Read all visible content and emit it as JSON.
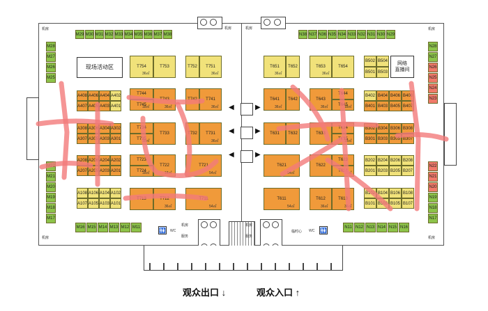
{
  "colors": {
    "green": "#8dc34a",
    "yellow": "#f1e27a",
    "orange": "#f09a3a",
    "red": "#f07a6a"
  },
  "corners": {
    "tl": "机房",
    "tr": "机房",
    "bl": "机房",
    "br": "机房"
  },
  "top_machine": [
    "机房",
    "机房"
  ],
  "activity_area": "现场活动区",
  "live_room": [
    "网络",
    "直播间"
  ],
  "top_left_row": [
    "M29",
    "M30",
    "M31",
    "M32",
    "M33",
    "M34",
    "M35",
    "M36",
    "M37",
    "M38"
  ],
  "top_right_row": [
    "N38",
    "N37",
    "N36",
    "N35",
    "N34",
    "N33",
    "N32",
    "N31",
    "N30",
    "N29"
  ],
  "left_col_top": [
    "M28",
    "M27",
    "M26",
    "M25"
  ],
  "left_col_bottom": [
    "M22",
    "M21",
    "M20",
    "M19",
    "M18",
    "M17"
  ],
  "right_col_top": [
    "N28",
    "N27",
    "N26",
    "N25",
    "N24",
    "N23"
  ],
  "right_col_bottom": [
    "N22",
    "N21",
    "N20",
    "N19",
    "N18",
    "N17"
  ],
  "bottom_left_row": [
    "M16",
    "M15",
    "M14",
    "M13",
    "M12",
    "M11"
  ],
  "bottom_right_row": [
    "N11",
    "N12",
    "N13",
    "N14",
    "N15",
    "N16"
  ],
  "booths_T_left": {
    "r1": [
      "T754",
      "T753",
      "T752",
      "T751"
    ],
    "r2": [
      "T744",
      "T743",
      "T742",
      "T741",
      "T745"
    ],
    "r3": [
      "T734",
      "T733",
      "T732",
      "T731",
      "T735"
    ],
    "r4": [
      "T723",
      "T722",
      "T721",
      "T724"
    ],
    "r5": [
      "T713",
      "T712",
      "T711"
    ]
  },
  "booths_T_right": {
    "r1": [
      "T651",
      "T652",
      "T653",
      "T654"
    ],
    "r2": [
      "T641",
      "T642",
      "T643",
      "T644",
      "T645"
    ],
    "r3": [
      "T631",
      "T632",
      "T633",
      "T634",
      "T635"
    ],
    "r4": [
      "T621",
      "T622",
      "T623",
      "T624"
    ],
    "r5": [
      "T611",
      "T612",
      "T613"
    ]
  },
  "booths_A": [
    [
      "A408",
      "A406",
      "A404",
      "A402"
    ],
    [
      "A407",
      "A405",
      "A403",
      "A401"
    ],
    [
      "A308",
      "A306",
      "A304",
      "A302"
    ],
    [
      "A307",
      "A305",
      "A303",
      "A301"
    ],
    [
      "A208",
      "A206",
      "A204",
      "A202"
    ],
    [
      "A207",
      "A205",
      "A203",
      "A201"
    ],
    [
      "A108",
      "A106",
      "A104",
      "A102"
    ],
    [
      "A107",
      "A105",
      "A103",
      "A101"
    ]
  ],
  "booths_B": [
    [
      "B502",
      "B504"
    ],
    [
      "B501",
      "B503"
    ],
    [
      "B402",
      "B404",
      "B406",
      "B408"
    ],
    [
      "B401",
      "B403",
      "B405",
      "B407"
    ],
    [
      "B302",
      "B304",
      "B306",
      "B308"
    ],
    [
      "B301",
      "B303",
      "B305",
      "B307"
    ],
    [
      "B202",
      "B204",
      "B206",
      "B208"
    ],
    [
      "B201",
      "B203",
      "B205",
      "B207"
    ],
    [
      "B102",
      "B104",
      "B106",
      "B108"
    ],
    [
      "B101",
      "B103",
      "B105",
      "B107"
    ]
  ],
  "areas": {
    "a36": "36㎡",
    "a18": "18㎡",
    "a54": "54㎡"
  },
  "bottom_labels": {
    "machine": "机房",
    "service": "服务",
    "clinic": "临时心",
    "wc": "WC"
  },
  "exit_label": "观众出口",
  "entry_label": "观众入口"
}
